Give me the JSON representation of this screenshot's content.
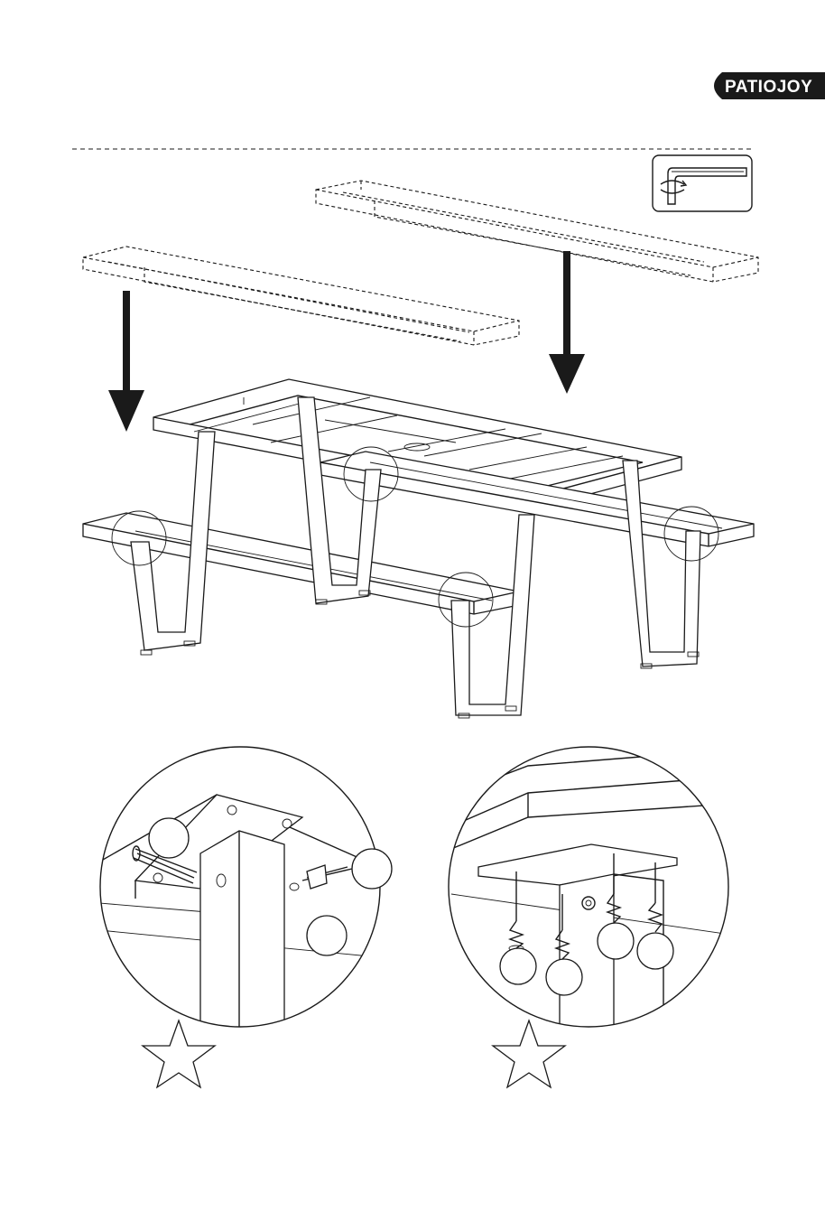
{
  "header": {
    "brand_logo": "PATIOJOY",
    "brand_color": "#1a1a1a",
    "brand_text_color": "#ffffff"
  },
  "tool": {
    "icon": "hex-key-icon"
  },
  "steps": {
    "seat_boards": 2,
    "arrows": 2,
    "detail_circles_on_table": 4
  },
  "details": {
    "left": {
      "callouts": 3,
      "quantity_marker": "star-icon"
    },
    "right": {
      "callouts": 4,
      "quantity_marker": "star-icon"
    }
  }
}
